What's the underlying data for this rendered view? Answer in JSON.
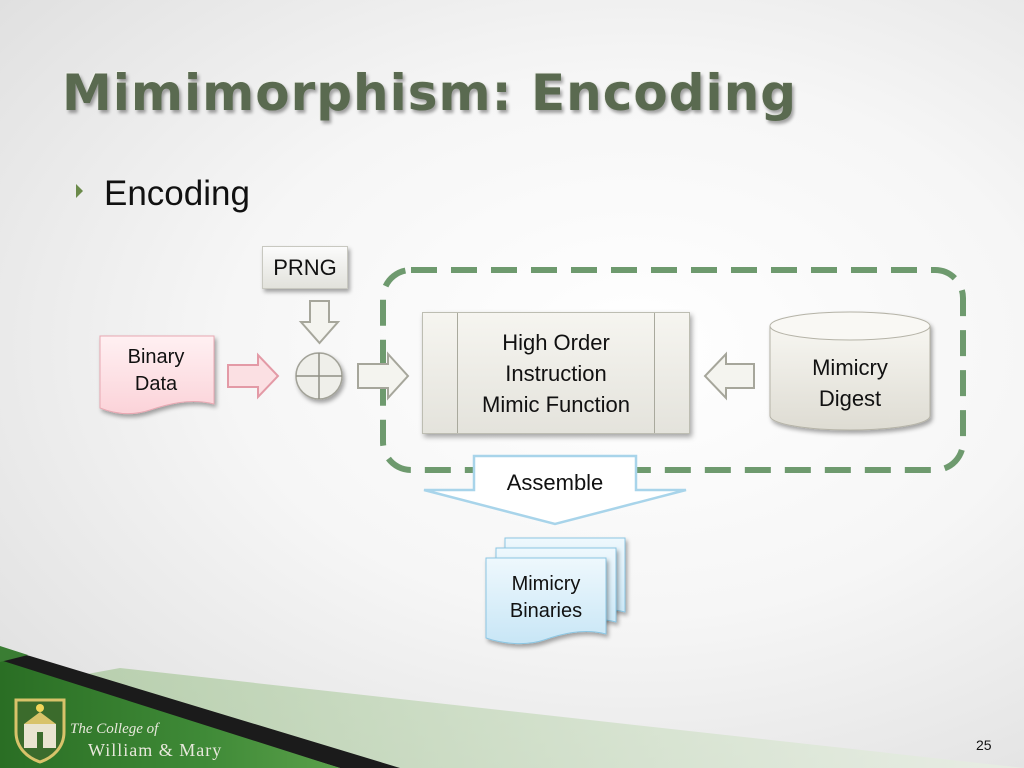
{
  "slide": {
    "title": "Mimimorphism: Encoding",
    "bullet": "Encoding",
    "page_number": "25"
  },
  "diagram": {
    "prng": "PRNG",
    "binary_data": [
      "Binary",
      "Data"
    ],
    "high_order": [
      "High Order",
      "Instruction",
      "Mimic Function"
    ],
    "mimicry_digest": [
      "Mimicry",
      "Digest"
    ],
    "assemble": "Assemble",
    "mimicry_binaries": [
      "Mimicry",
      "Binaries"
    ]
  },
  "footer": {
    "line1": "The College of",
    "line2": "William & Mary"
  },
  "colors": {
    "title": "#5a6a50",
    "dashed_border": "#6e9a6e",
    "footer_green": "#2f7a2a",
    "binary_data_fill": "#fde0e4",
    "binaries_fill": "#d7eefa"
  }
}
